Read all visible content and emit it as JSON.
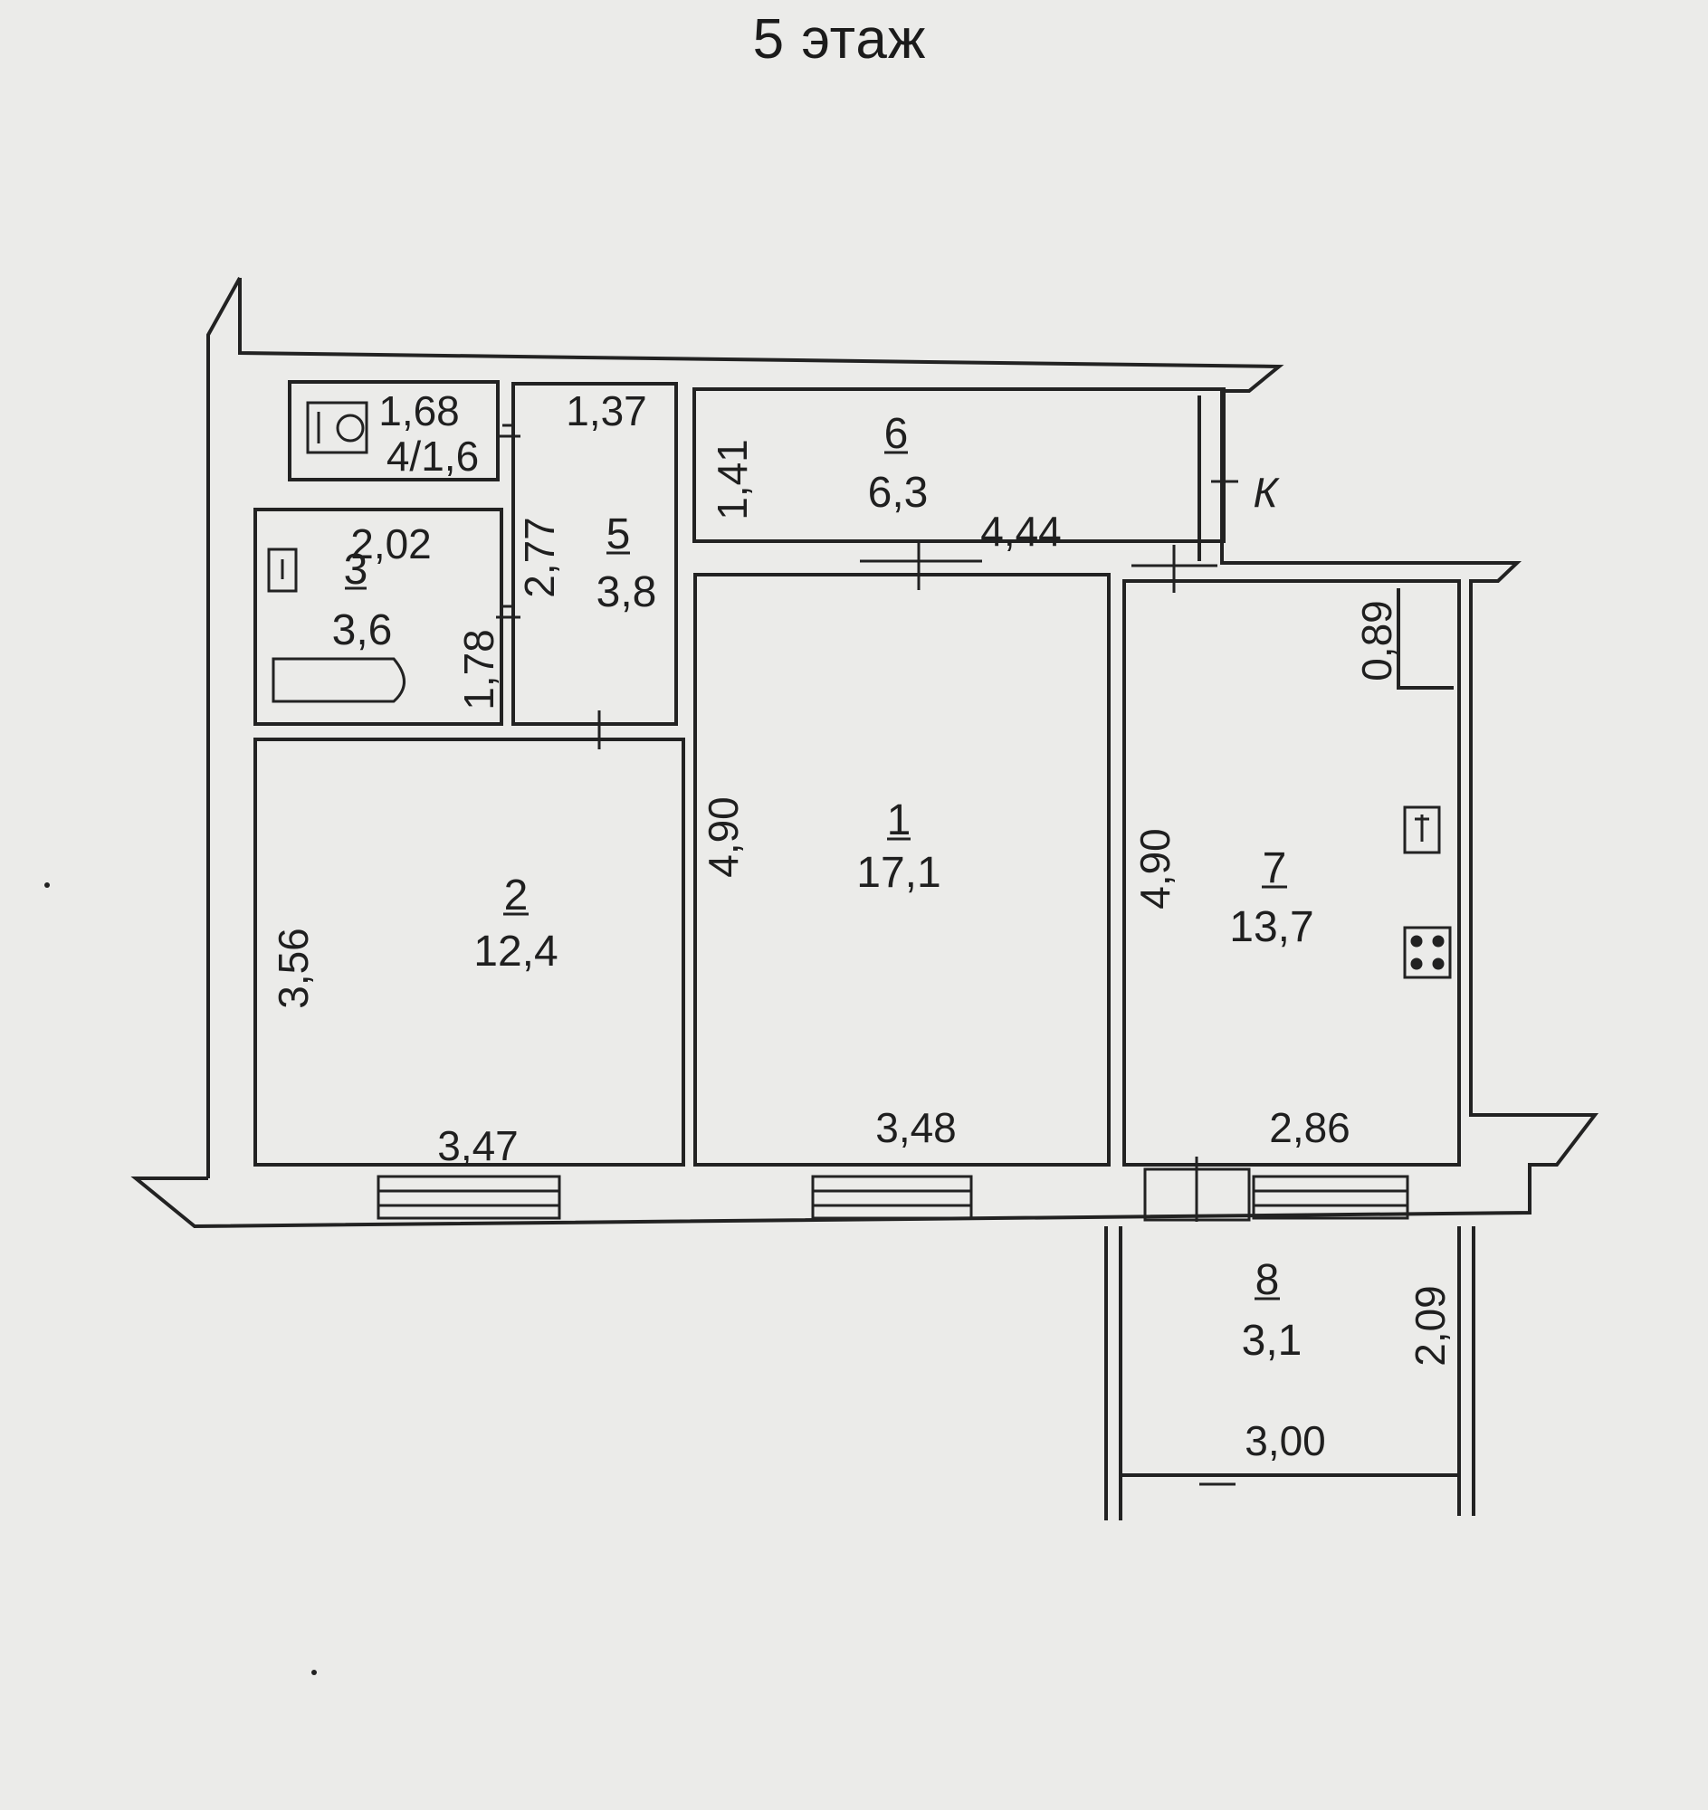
{
  "title": "5 этаж",
  "rooms": [
    {
      "num": "1",
      "area": "17,1",
      "width": "3,48",
      "depth": "4,90"
    },
    {
      "num": "2",
      "area": "12,4",
      "width": "3,47",
      "depth": "3,56"
    },
    {
      "num": "3",
      "area": "3,6",
      "width": "2,02",
      "depth": "1,78"
    },
    {
      "num": "4",
      "area": "1,6",
      "label": "4/1,6",
      "width": "1,68"
    },
    {
      "num": "5",
      "area": "3,8",
      "width": "1,37",
      "depth": "2,77"
    },
    {
      "num": "6",
      "area": "6,3",
      "width": "4,44",
      "depth": "1,41"
    },
    {
      "num": "7",
      "area": "13,7",
      "width": "2,86",
      "depth": "4,90",
      "niche": "0,89"
    },
    {
      "num": "8",
      "area": "3,1",
      "width": "3,00",
      "depth": "2,09"
    }
  ],
  "marker": "К"
}
